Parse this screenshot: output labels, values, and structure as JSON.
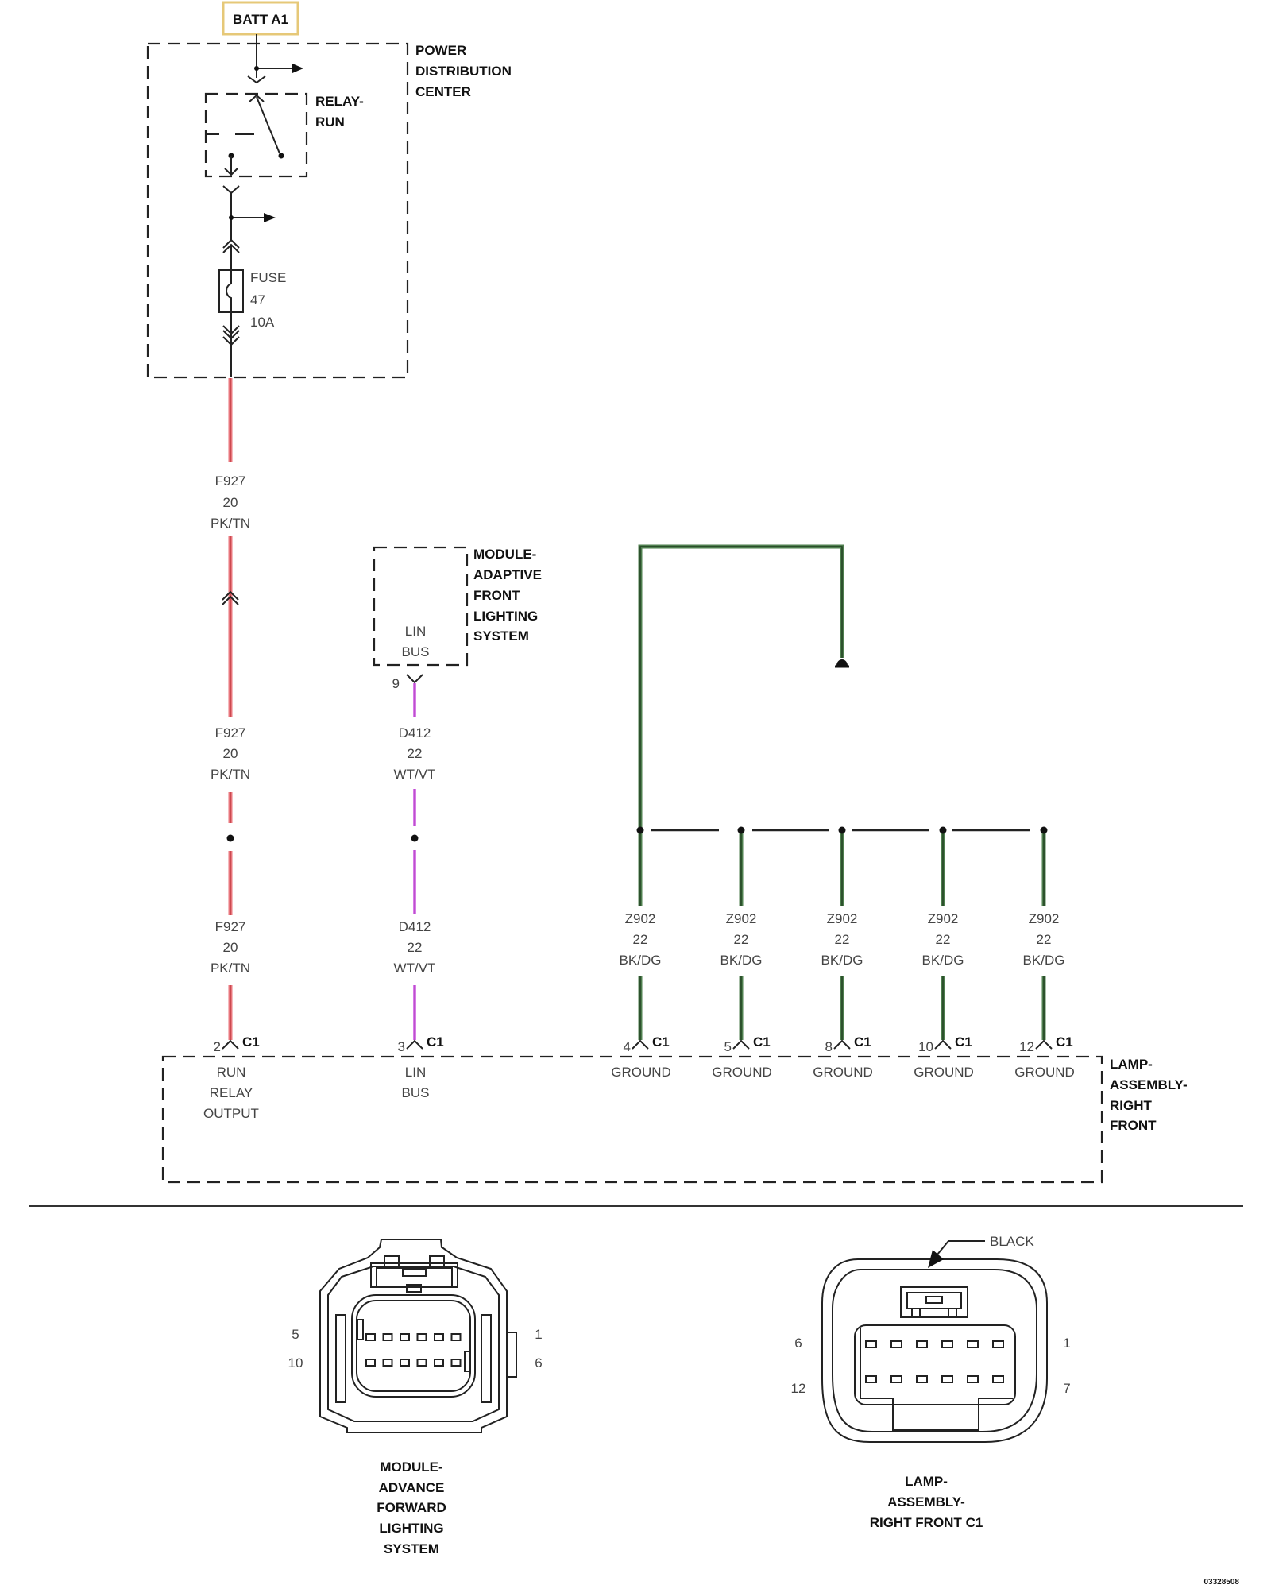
{
  "source_label": "BATT A1",
  "pdc": {
    "name_lines": [
      "POWER",
      "DISTRIBUTION",
      "CENTER"
    ]
  },
  "relay": {
    "name_lines": [
      "RELAY-",
      "RUN"
    ]
  },
  "fuse": {
    "lines": [
      "FUSE",
      "47",
      "10A"
    ]
  },
  "afls_module": {
    "name_lines": [
      "MODULE-",
      "ADAPTIVE",
      "FRONT",
      "LIGHTING",
      "SYSTEM"
    ],
    "pin_label_lines": [
      "LIN",
      "BUS"
    ],
    "pin": "9"
  },
  "wires": {
    "f927": [
      "F927",
      "20",
      "PK/TN"
    ],
    "d412": [
      "D412",
      "22",
      "WT/VT"
    ],
    "z902": [
      "Z902",
      "22",
      "BK/DG"
    ]
  },
  "lamp": {
    "name_lines": [
      "LAMP-",
      "ASSEMBLY-",
      "RIGHT",
      "FRONT"
    ],
    "connector": "C1",
    "pins": [
      {
        "num": "2",
        "label_lines": [
          "RUN",
          "RELAY",
          "OUTPUT"
        ]
      },
      {
        "num": "3",
        "label_lines": [
          "LIN",
          "BUS"
        ]
      },
      {
        "num": "4",
        "label_lines": [
          "GROUND"
        ]
      },
      {
        "num": "5",
        "label_lines": [
          "GROUND"
        ]
      },
      {
        "num": "8",
        "label_lines": [
          "GROUND"
        ]
      },
      {
        "num": "10",
        "label_lines": [
          "GROUND"
        ]
      },
      {
        "num": "12",
        "label_lines": [
          "GROUND"
        ]
      }
    ]
  },
  "connector_views": {
    "module": {
      "pins": [
        "5",
        "10",
        "1",
        "6"
      ],
      "caption_lines": [
        "MODULE-",
        "ADVANCE",
        "FORWARD",
        "LIGHTING",
        "SYSTEM"
      ]
    },
    "lamp": {
      "pins": [
        "6",
        "12",
        "1",
        "7"
      ],
      "color_callout": "BLACK",
      "caption_lines": [
        "LAMP-",
        "ASSEMBLY-",
        "RIGHT FRONT C1"
      ]
    }
  },
  "figure_id": "03328508",
  "colors": {
    "pk_tn": "#e8767c",
    "wt_vt": "#d97ae8",
    "bk_dg": "#4f7f4f",
    "ink": "#222222"
  }
}
